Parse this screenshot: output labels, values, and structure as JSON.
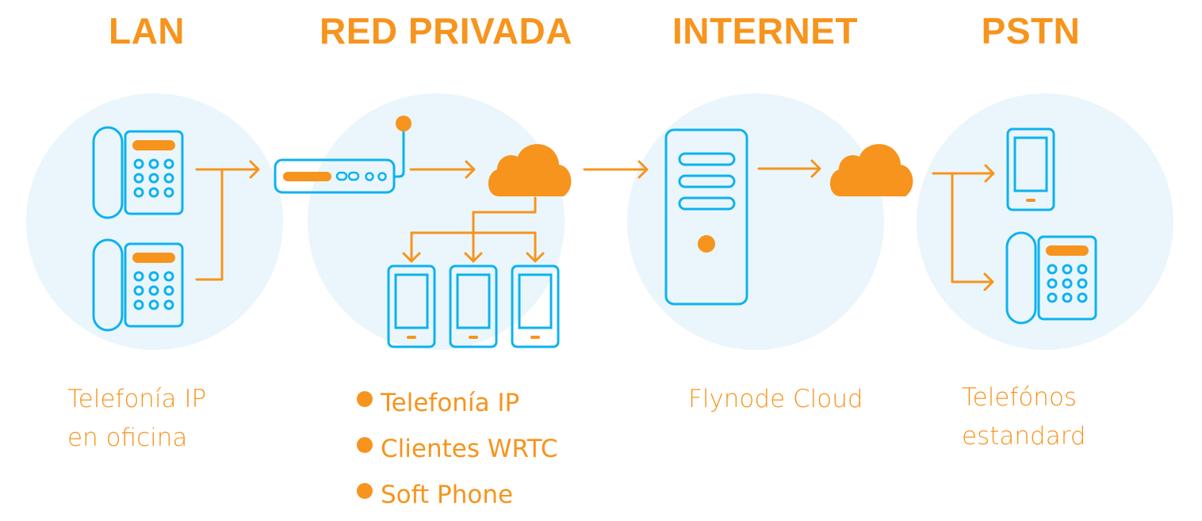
{
  "colors": {
    "accent": "#f7941d",
    "device": "#0db2ef",
    "zone_background": "#eaf6fb"
  },
  "zones": [
    {
      "id": "lan",
      "heading": "LAN",
      "caption_lines": [
        "Telefonía IP",
        "en oficina"
      ],
      "devices": [
        "desk-phone",
        "desk-phone"
      ]
    },
    {
      "id": "red-privada",
      "heading": "RED PRIVADA",
      "bullets": [
        "Telefonía IP",
        "Clientes WRTC",
        "Soft Phone"
      ],
      "devices": [
        "router",
        "cloud",
        "mobile-phone",
        "mobile-phone",
        "mobile-phone"
      ]
    },
    {
      "id": "internet",
      "heading": "INTERNET",
      "caption_lines": [
        "Flynode Cloud"
      ],
      "devices": [
        "server",
        "cloud"
      ]
    },
    {
      "id": "pstn",
      "heading": "PSTN",
      "caption_lines": [
        "Telefónos",
        "estandard"
      ],
      "devices": [
        "mobile-phone",
        "desk-phone"
      ]
    }
  ],
  "connections": [
    {
      "from": "lan.desk-phones",
      "to": "red-privada.router"
    },
    {
      "from": "red-privada.router",
      "to": "red-privada.cloud"
    },
    {
      "from": "red-privada.cloud",
      "to": "red-privada.mobile-phones"
    },
    {
      "from": "red-privada.cloud",
      "to": "internet.server"
    },
    {
      "from": "internet.server",
      "to": "internet.cloud"
    },
    {
      "from": "internet.cloud",
      "to": "pstn.mobile-phone"
    },
    {
      "from": "internet.cloud",
      "to": "pstn.desk-phone"
    }
  ]
}
